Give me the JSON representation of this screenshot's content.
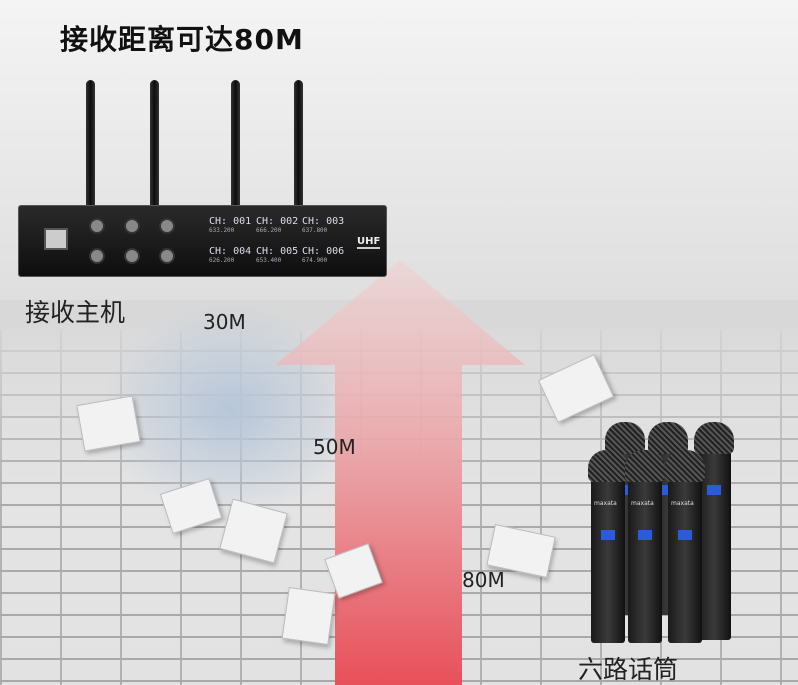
{
  "title": "接收距离可达80M",
  "receiver_label": "接收主机",
  "mics_label": "六路话筒",
  "distances": [
    "30M",
    "50M",
    "80M"
  ],
  "receiver": {
    "badge": "UHF",
    "channels": [
      {
        "ch": "CH: 001",
        "freq": "633.200"
      },
      {
        "ch": "CH: 002",
        "freq": "666.200"
      },
      {
        "ch": "CH: 003",
        "freq": "637.800"
      },
      {
        "ch": "CH: 004",
        "freq": "626.200"
      },
      {
        "ch": "CH: 005",
        "freq": "653.400"
      },
      {
        "ch": "CH: 006",
        "freq": "674.900"
      }
    ]
  },
  "mic_brand": "maxata",
  "colors": {
    "arrow": "#e8505a",
    "background": "#dcdcdc"
  }
}
